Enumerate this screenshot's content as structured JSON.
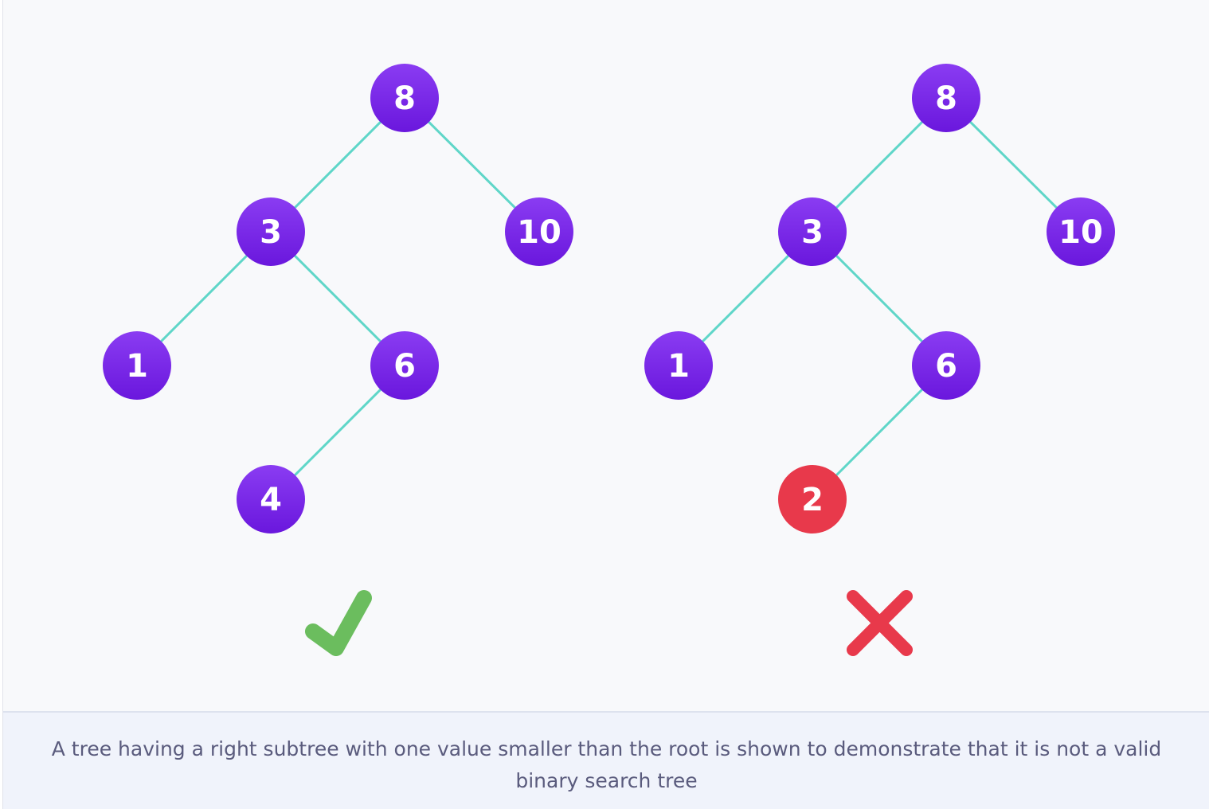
{
  "colors": {
    "node_fill_top": "#8a3cf2",
    "node_fill_bottom": "#6a17dd",
    "invalid_node_fill": "#e8394b",
    "edge": "#5fd6c8",
    "check": "#6bbd5e",
    "cross": "#e8394b",
    "caption_text": "#5a5b7d",
    "caption_bg": "#f0f3fb"
  },
  "trees": [
    {
      "verdict": "valid",
      "verdict_icon": "check-icon",
      "nodes": [
        {
          "id": "root",
          "label": "8",
          "state": "normal"
        },
        {
          "id": "l",
          "label": "3",
          "state": "normal"
        },
        {
          "id": "r",
          "label": "10",
          "state": "normal"
        },
        {
          "id": "ll",
          "label": "1",
          "state": "normal"
        },
        {
          "id": "lr",
          "label": "6",
          "state": "normal"
        },
        {
          "id": "lrl",
          "label": "4",
          "state": "normal"
        }
      ],
      "edges": [
        [
          "root",
          "l"
        ],
        [
          "root",
          "r"
        ],
        [
          "l",
          "ll"
        ],
        [
          "l",
          "lr"
        ],
        [
          "lr",
          "lrl"
        ]
      ]
    },
    {
      "verdict": "invalid",
      "verdict_icon": "cross-icon",
      "nodes": [
        {
          "id": "root",
          "label": "8",
          "state": "normal"
        },
        {
          "id": "l",
          "label": "3",
          "state": "normal"
        },
        {
          "id": "r",
          "label": "10",
          "state": "normal"
        },
        {
          "id": "ll",
          "label": "1",
          "state": "normal"
        },
        {
          "id": "lr",
          "label": "6",
          "state": "normal"
        },
        {
          "id": "lrl",
          "label": "2",
          "state": "invalid"
        }
      ],
      "edges": [
        [
          "root",
          "l"
        ],
        [
          "root",
          "r"
        ],
        [
          "l",
          "ll"
        ],
        [
          "l",
          "lr"
        ],
        [
          "lr",
          "lrl"
        ]
      ]
    }
  ],
  "caption": "A tree having a right subtree with one value smaller than the root is shown to demonstrate that it is not a valid binary search tree"
}
